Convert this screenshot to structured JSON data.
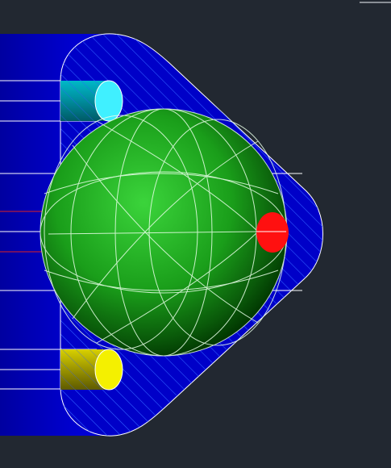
{
  "viewport": {
    "type": "cad-3d-viewport",
    "background_color": "#222831",
    "visual_style": "shaded-with-edges",
    "cursor_present": false
  },
  "model": {
    "parts": [
      {
        "name": "base-cylinder",
        "color": "#0000B0",
        "icon": "cylinder-icon"
      },
      {
        "name": "triangular-plate",
        "color": "#0000C8",
        "icon": "plate-icon"
      },
      {
        "name": "sphere",
        "color": "#22A822",
        "icon": "sphere-icon"
      },
      {
        "name": "top-pin",
        "color": "#00CCDD",
        "icon": "pin-icon"
      },
      {
        "name": "bottom-pin",
        "color": "#E8E000",
        "icon": "pin-icon"
      },
      {
        "name": "contact-marker",
        "color": "#FF1010",
        "icon": "dot-icon"
      }
    ],
    "colors": {
      "edge_lines": "#FFFFFF",
      "hatch_lines": "#2F5DFF",
      "centerline": "#E02020"
    }
  }
}
